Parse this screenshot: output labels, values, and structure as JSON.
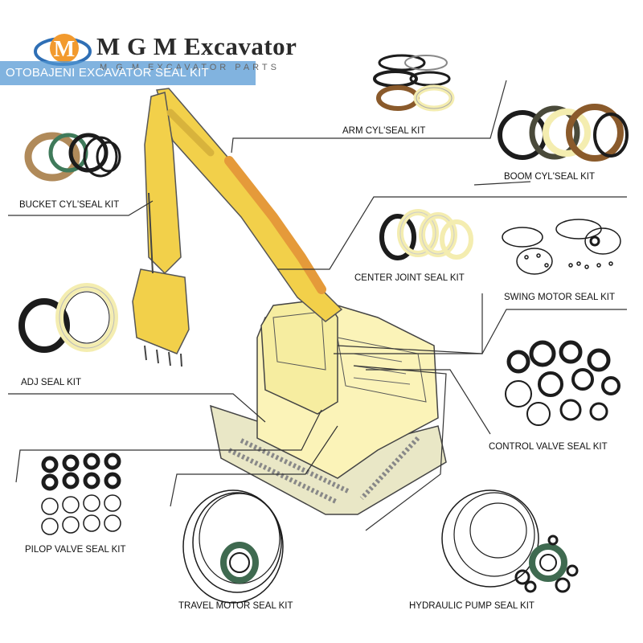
{
  "brand": {
    "logo_letter": "M",
    "name": "M G M Excavator",
    "tagline": "M G M EXCAVATOR PARTS"
  },
  "banner": {
    "text": "OTOBAJENI EXCAVATOR SEAL KIT",
    "color": "#4f96d2"
  },
  "colors": {
    "excavator_yellow": "#f2d04a",
    "excavator_orange": "#e59a3a",
    "cab_cream": "#fbf3b8",
    "seal_black": "#1c1c1c",
    "seal_cream": "#f4edb0",
    "seal_green": "#3f7a5a",
    "seal_brown": "#8a5a2b",
    "leader_line": "#333333"
  },
  "kits": [
    {
      "id": "arm-cyl",
      "label": "ARM CYL'SEAL KIT"
    },
    {
      "id": "boom-cyl",
      "label": "BOOM CYL'SEAL KIT"
    },
    {
      "id": "bucket-cyl",
      "label": "BUCKET CYL'SEAL KIT"
    },
    {
      "id": "center-joint",
      "label": "CENTER JOINT SEAL KIT"
    },
    {
      "id": "swing-motor",
      "label": "SWING MOTOR SEAL KIT"
    },
    {
      "id": "adj",
      "label": "ADJ SEAL KIT"
    },
    {
      "id": "control-valve",
      "label": "CONTROL VALVE SEAL KIT"
    },
    {
      "id": "pilop-valve",
      "label": "PILOP VALVE SEAL KIT"
    },
    {
      "id": "travel-motor",
      "label": "TRAVEL MOTOR SEAL KIT"
    },
    {
      "id": "hydraulic-pump",
      "label": "HYDRAULIC PUMP SEAL KIT"
    }
  ]
}
